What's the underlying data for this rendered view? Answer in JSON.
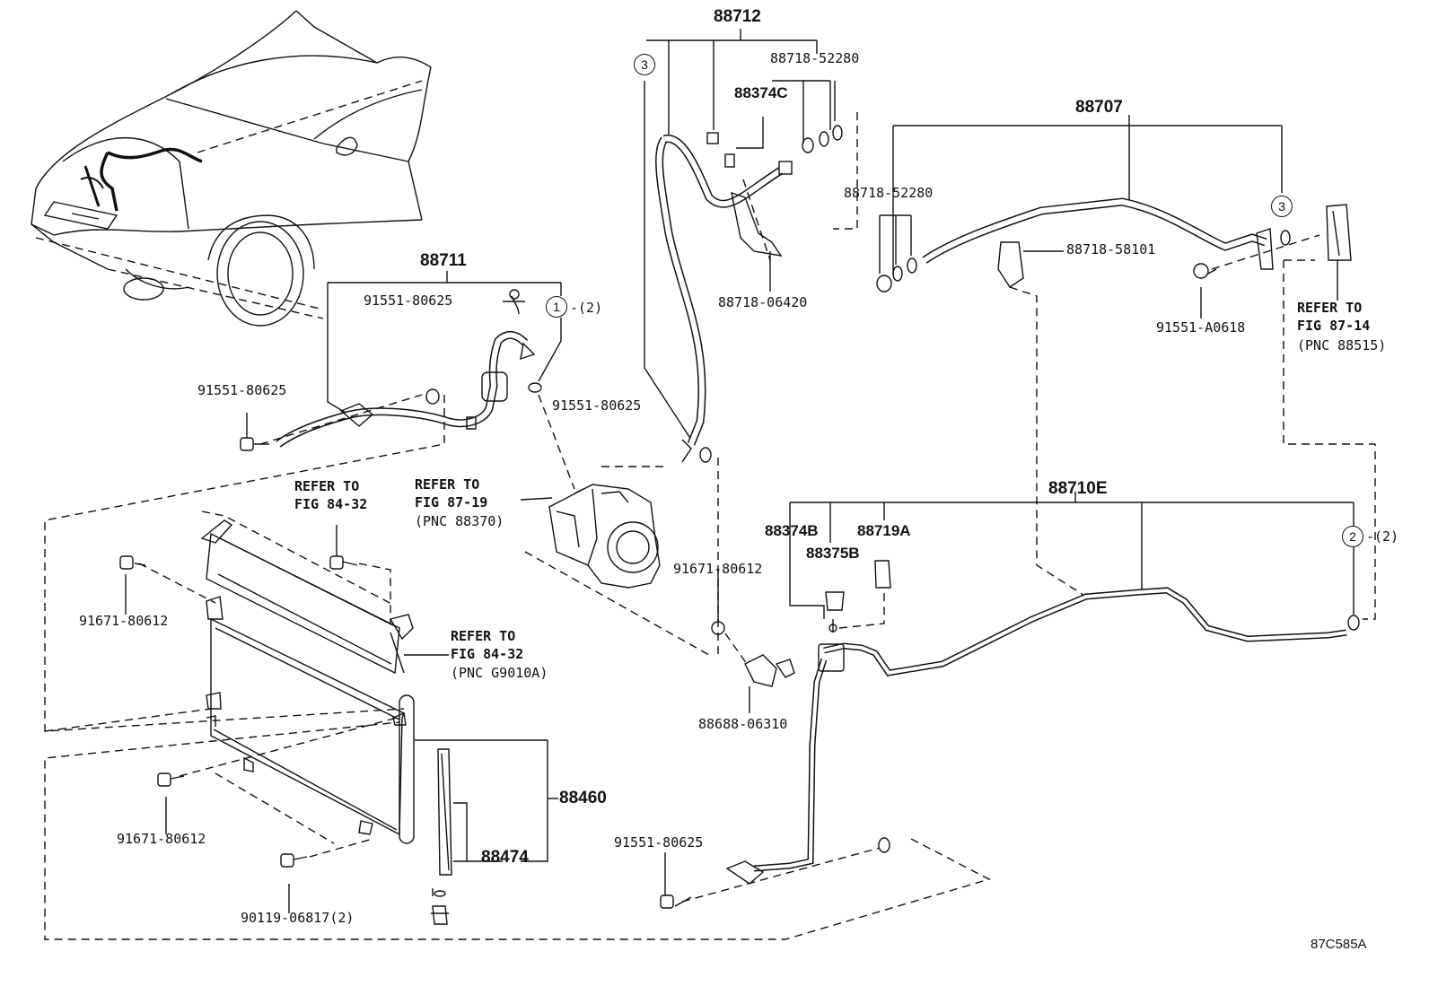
{
  "figure_code": "87C585A",
  "parts": {
    "p88712": "88712",
    "p88718_52280_top": "88718-52280",
    "p88374C": "88374C",
    "p88707": "88707",
    "p88718_52280_right": "88718-52280",
    "p88718_58101": "88718-58101",
    "p88718_06420": "88718-06420",
    "p91551_A0618": "91551-A0618",
    "p88711": "88711",
    "p91551_80625_a": "91551-80625",
    "p91551_80625_b": "91551-80625",
    "p91551_80625_c": "91551-80625",
    "p91551_80625_d": "91551-80625",
    "p88710E": "88710E",
    "p88374B": "88374B",
    "p88375B": "88375B",
    "p88719A": "88719A",
    "p91671_80612_a": "91671-80612",
    "p91671_80612_b": "91671-80612",
    "p91671_80612_c": "91671-80612",
    "p88688_06310": "88688-06310",
    "p88460": "88460",
    "p88474": "88474",
    "p90119_06817": "90119-06817(2)"
  },
  "refs": {
    "r_87_14": {
      "l1": "REFER TO",
      "l2": "FIG 87-14",
      "l3": "(PNC 88515)"
    },
    "r_87_19": {
      "l1": "REFER TO",
      "l2": "FIG 87-19",
      "l3": "(PNC 88370)"
    },
    "r_84_32_top": {
      "l1": "REFER TO",
      "l2": "FIG 84-32"
    },
    "r_84_32_side": {
      "l1": "REFER TO",
      "l2": "FIG 84-32",
      "l3": "(PNC G9010A)"
    }
  },
  "callouts": {
    "c3_left": "3",
    "c3_right": "3",
    "c1": "1",
    "c1_qty": "-(2)",
    "c2": "2",
    "c2_qty": "-(2)"
  }
}
